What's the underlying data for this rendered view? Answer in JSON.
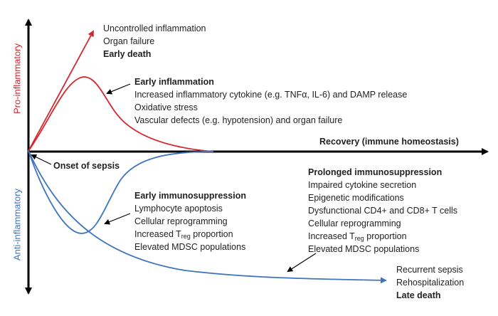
{
  "axes": {
    "y_top_label": "Pro-inflammatory",
    "y_bottom_label": "Anti-inflammatory",
    "x_label": "Recovery (immune homeostasis)",
    "origin_label": "Onset of sepsis"
  },
  "uncontrolled": {
    "lines": [
      "Uncontrolled inflammation",
      "Organ failure"
    ],
    "bold": "Early death"
  },
  "early_inflammation": {
    "title": "Early inflammation",
    "lines": [
      "Increased inflammatory cytokine (e.g. TNFα, IL-6) and DAMP release",
      "Oxidative stress",
      "Vascular defects (e.g. hypotension) and organ failure"
    ]
  },
  "early_immunosuppression": {
    "title": "Early immunosuppression",
    "line1": "Lymphocyte apoptosis",
    "line2": "Cellular reprogramming",
    "treg_prefix": "Increased T",
    "treg_sub": "reg",
    "treg_suffix": " proportion",
    "line4": "Elevated MDSC populations"
  },
  "prolonged_immunosuppression": {
    "title": "Prolonged immunosuppression",
    "line1": "Impaired cytokine secretion",
    "line2": "Epigenetic modifications",
    "line3": "Dysfunctional CD4+ and CD8+ T cells",
    "line4": "Cellular reprogramming",
    "treg_prefix": "Increased T",
    "treg_sub": "reg",
    "treg_suffix": " proportion",
    "line6": "Elevated MDSC populations"
  },
  "late": {
    "lines": [
      "Recurrent sepsis",
      "Rehospitalization"
    ],
    "bold": "Late death"
  },
  "colors": {
    "pro": "#d6262e",
    "anti": "#3f74c0",
    "axis": "#000000",
    "text": "#222222"
  }
}
